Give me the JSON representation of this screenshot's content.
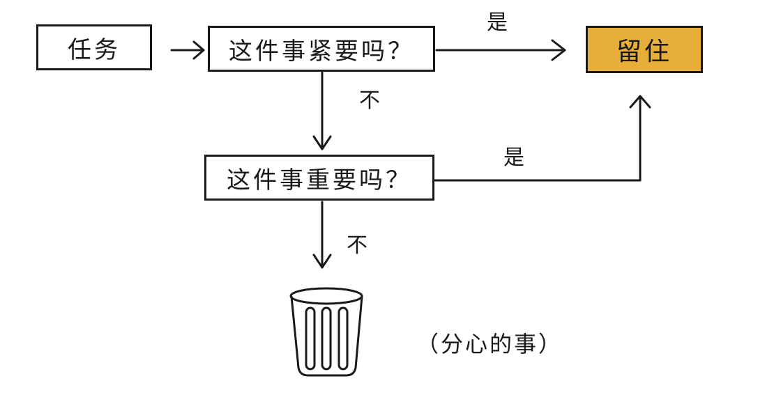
{
  "nodes": {
    "task": "任务",
    "urgent_question": "这件事紧要吗？",
    "important_question": "这件事重要吗？",
    "keep": "留住",
    "distraction": "（分心的事）"
  },
  "edges": {
    "urgent_yes": "是",
    "urgent_no": "不",
    "important_yes": "是",
    "important_no": "不"
  },
  "colors": {
    "keep_fill": "#E8AE3A",
    "ink": "#1A1A1A",
    "background": "#FFFFFF"
  },
  "icons": {
    "discard": "trash-can-icon"
  }
}
